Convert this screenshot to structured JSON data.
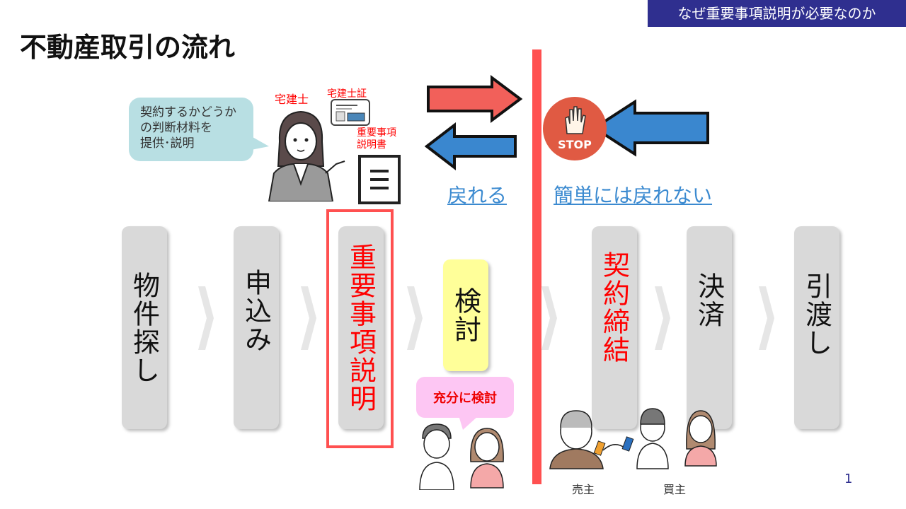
{
  "banner": "なぜ重要事項説明が必要なのか",
  "title": "不動産取引の流れ",
  "bubble": {
    "line1": "契約するかどうか",
    "line2": "の判断材料を",
    "line3": "提供･説明"
  },
  "labels": {
    "agent": "宅建士",
    "license": "宅建士証",
    "doc1": "重要事項",
    "doc2": "説明書"
  },
  "links": {
    "back": "戻れる",
    "no_back": "簡単には戻れない"
  },
  "stop": "STOP",
  "steps": [
    "物件探し",
    "申込み",
    "重要事項説明",
    "検討",
    "契約締結",
    "決済",
    "引渡し"
  ],
  "consider_bubble": "充分に検討",
  "seller": "売主",
  "buyer": "買主",
  "page_number": "1",
  "colors": {
    "accent_red": "#ff5050",
    "link_blue": "#3b8ad0",
    "banner": "#2f2f8f"
  }
}
